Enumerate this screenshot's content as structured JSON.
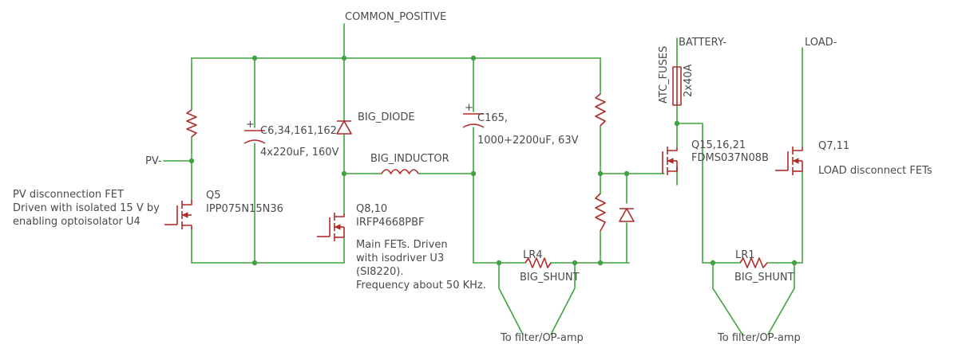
{
  "nets": {
    "common_positive": "COMMON_POSITIVE",
    "pv_minus": "PV-",
    "battery_minus": "BATTERY-",
    "load_minus": "LOAD-"
  },
  "components": {
    "c6": {
      "ref": "C6,34,161,162",
      "value": "4x220uF, 160V"
    },
    "big_diode": {
      "ref": "BIG_DIODE"
    },
    "c165": {
      "ref": "C165,",
      "value": "1000+2200uF, 63V"
    },
    "big_inductor": {
      "ref": "BIG_INDUCTOR"
    },
    "q5": {
      "ref": "Q5",
      "value": "IPP075N15N36"
    },
    "q8": {
      "ref": "Q8,10",
      "value": "IRFP4668PBF"
    },
    "lr4": {
      "ref": "LR4",
      "value": "BIG_SHUNT"
    },
    "fuses": {
      "ref": "ATC_FUSES",
      "value": "2x40A"
    },
    "q15": {
      "ref": "Q15,16,21",
      "value": "FDMS037N08B"
    },
    "q7": {
      "ref": "Q7,11",
      "value": "LOAD disconnect FETs"
    },
    "lr1": {
      "ref": "LR1",
      "value": "BIG_SHUNT"
    }
  },
  "notes": {
    "pv_fet": [
      "PV disconnection FET",
      "Driven with isolated 15 V by",
      "enabling optoisolator U4"
    ],
    "main_fets": [
      "Main FETs. Driven",
      "with isodriver U3",
      "(SI8220).",
      "Frequency about 50 KHz."
    ],
    "filter_left": "To filter/OP-amp",
    "filter_right": "To filter/OP-amp"
  }
}
